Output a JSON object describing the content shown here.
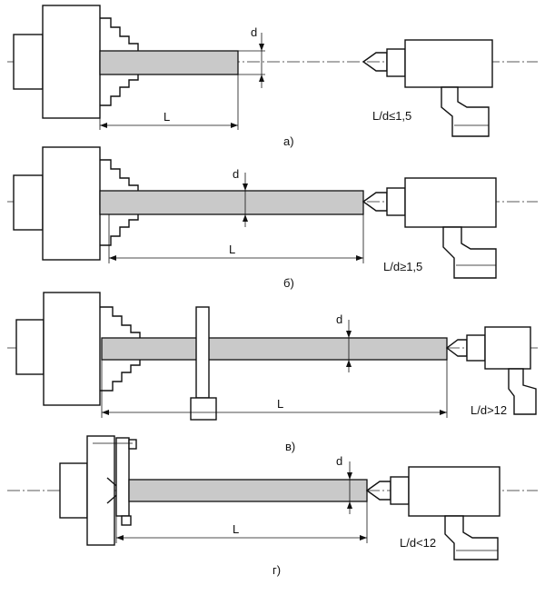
{
  "diagrams": [
    {
      "id": "a",
      "caption": "а)",
      "ratio": "L/d≤1,5",
      "length_label": "L",
      "diameter_label": "d"
    },
    {
      "id": "b",
      "caption": "б)",
      "ratio": "L/d≥1,5",
      "length_label": "L",
      "diameter_label": "d"
    },
    {
      "id": "v",
      "caption": "в)",
      "ratio": "L/d>12",
      "length_label": "L",
      "diameter_label": "d"
    },
    {
      "id": "g",
      "caption": "г)",
      "ratio": "L/d<12",
      "length_label": "L",
      "diameter_label": "d"
    }
  ]
}
